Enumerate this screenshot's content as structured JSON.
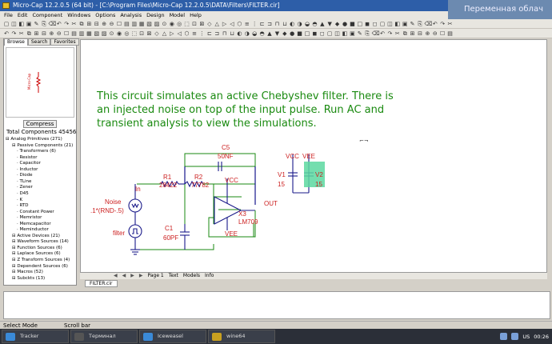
{
  "window": {
    "title": "Micro-Cap 12.2.0.5 (64 bit) - [C:\\Program Files\\Micro-Cap 12.2.0.5\\DATA\\Filters\\FILTER.cir]"
  },
  "banner": {
    "text": "Переменная облач"
  },
  "menu": [
    "File",
    "Edit",
    "Component",
    "Windows",
    "Options",
    "Analysis",
    "Design",
    "Model",
    "Help"
  ],
  "left_panel": {
    "tabs": [
      "Browse",
      "Search",
      "Favorites"
    ],
    "compress_label": "Compress",
    "total_components": "Total Components 45456",
    "tree": [
      {
        "label": "Analog Primitives (271)",
        "level": 0
      },
      {
        "label": "Passive Components (21)",
        "level": 1
      },
      {
        "label": "Transformers (6)",
        "level": 2
      },
      {
        "label": "Resistor",
        "level": 2
      },
      {
        "label": "Capacitor",
        "level": 2
      },
      {
        "label": "Inductor",
        "level": 2
      },
      {
        "label": "Diode",
        "level": 2
      },
      {
        "label": "TLine",
        "level": 2
      },
      {
        "label": "Zener",
        "level": 2
      },
      {
        "label": "D45",
        "level": 2
      },
      {
        "label": "K",
        "level": 2
      },
      {
        "label": "RTD",
        "level": 2
      },
      {
        "label": "Constant Power",
        "level": 2
      },
      {
        "label": "Memristor",
        "level": 2
      },
      {
        "label": "Memcapacitor",
        "level": 2
      },
      {
        "label": "Meminductor",
        "level": 2
      },
      {
        "label": "Active Devices (21)",
        "level": 1
      },
      {
        "label": "Waveform Sources (14)",
        "level": 1
      },
      {
        "label": "Function Sources (6)",
        "level": 1
      },
      {
        "label": "Laplace Sources (6)",
        "level": 1
      },
      {
        "label": "Z Transform Sources (4)",
        "level": 1
      },
      {
        "label": "Dependent Sources (6)",
        "level": 1
      },
      {
        "label": "Macros (52)",
        "level": 1
      },
      {
        "label": "Subckts (13)",
        "level": 1
      }
    ]
  },
  "schematic": {
    "description": "This circuit simulates an active Chebyshev filter. There is an injected noise on top of the input pulse. Run AC and transient analysis to view the simulations.",
    "labels": {
      "c5_name": "C5",
      "c5_value": "50NF",
      "r1_name": "R1",
      "r1_value": "28422",
      "r2_name": "R2",
      "r2_value": "77782",
      "vcc_top": "VCC",
      "vee_bottom": "VEE",
      "x3_name": "X3",
      "x3_model": "LM709",
      "out_label": "OUT",
      "in_label": "In",
      "noise_name": "Noise",
      "noise_expr": ".1*(RND-.5)",
      "filter_name": "filter",
      "c1_name": "C1",
      "c1_value": "60PF",
      "v1_vcc": "VCC",
      "v2_vee": "VEE",
      "v1_name": "V1",
      "v1_value": "15",
      "v2_name": "V2",
      "v2_value": "15",
      "preview_part": "Micro-Cap"
    }
  },
  "sheet_tabs": [
    "Page 1",
    "Text",
    "Models",
    "Info"
  ],
  "file_tab": "FILTER.cir",
  "status": {
    "mode": "Select Mode",
    "scroll": "Scroll bar"
  },
  "taskbar": {
    "tasks": [
      {
        "label": "Tracker",
        "color": "#3a8ad8"
      },
      {
        "label": "Терминал",
        "color": "#555555"
      },
      {
        "label": "Iceweasel",
        "color": "#3a8ad8"
      },
      {
        "label": "wine64",
        "color": "#c8a020"
      }
    ],
    "lang": "US",
    "clock": "00:26"
  }
}
